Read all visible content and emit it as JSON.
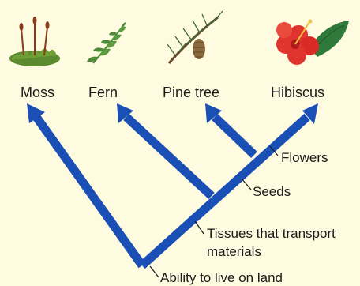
{
  "taxa": [
    {
      "name": "Moss",
      "icon": "moss-plant-icon"
    },
    {
      "name": "Fern",
      "icon": "fern-frond-icon"
    },
    {
      "name": "Pine tree",
      "icon": "pine-branch-icon"
    },
    {
      "name": "Hibiscus",
      "icon": "hibiscus-flower-icon"
    }
  ],
  "traits": [
    {
      "line1": "Flowers",
      "line2": ""
    },
    {
      "line1": "Seeds",
      "line2": ""
    },
    {
      "line1": "Tissues that transport",
      "line2": "materials"
    },
    {
      "line1": "Ability to live on land",
      "line2": ""
    }
  ],
  "colors": {
    "background": "#fffbe0",
    "branch": "#1a4fb5",
    "text": "#1a1a1a",
    "moss_green": "#5c8a2e",
    "moss_stalk": "#8a3b1e",
    "fern_green": "#4f8a3a",
    "pine_green": "#3e6b3a",
    "cone_brown": "#8b6a3d",
    "petal_red": "#e0342e",
    "leaf_green": "#2f7a3a"
  }
}
